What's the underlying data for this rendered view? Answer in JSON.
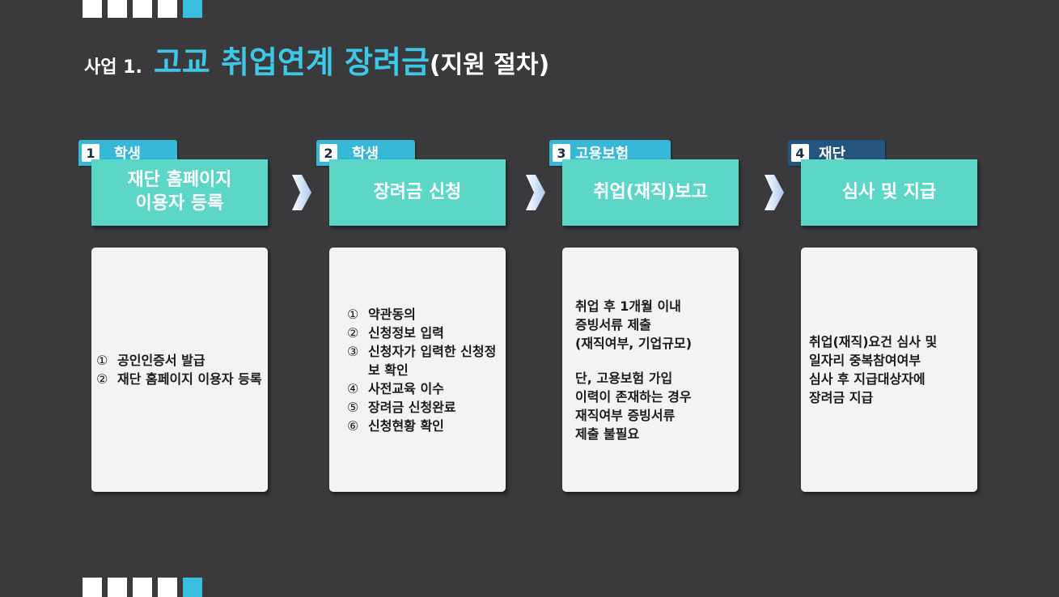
{
  "title": {
    "prefix": "사업 1.",
    "main": "고교 취업연계 장려금",
    "suffix": "(지원 절차)"
  },
  "steps": [
    {
      "number": "1",
      "actor": "학생",
      "heading": "재단 홈페이지\n이용자 등록",
      "items": [
        {
          "marker": "①",
          "text": "공인인증서 발급"
        },
        {
          "marker": "②",
          "text": "재단 홈페이지 이용자 등록"
        }
      ]
    },
    {
      "number": "2",
      "actor": "학생",
      "heading": "장려금 신청",
      "items": [
        {
          "marker": "①",
          "text": "약관동의"
        },
        {
          "marker": "②",
          "text": "신청정보 입력"
        },
        {
          "marker": "③",
          "text": "신청자가 입력한 신청정보 확인"
        },
        {
          "marker": "④",
          "text": "사전교육 이수"
        },
        {
          "marker": "⑤",
          "text": "장려금 신청완료"
        },
        {
          "marker": "⑥",
          "text": "신청현황 확인"
        }
      ]
    },
    {
      "number": "3",
      "actor": "고용보험",
      "heading": "취업(재직)보고",
      "paragraph1": "취업 후 1개월 이내\n증빙서류 제출\n(재직여부, 기업규모)",
      "paragraph2": "단, 고용보험 가입\n이력이 존재하는 경우\n재직여부 증빙서류\n제출 불필요"
    },
    {
      "number": "4",
      "actor": "재단",
      "heading": "심사 및 지급",
      "paragraph1": "취업(재직)요건 심사 및\n일자리 중복참여여부\n심사 후 지급대상자에\n장려금 지급"
    }
  ],
  "colors": {
    "background": "#3a3a3c",
    "accent": "#39bfe0",
    "title_accent": "#3ec8e8",
    "header_box": "#5bd6c7",
    "tab": "#36b9d8",
    "tab_navy": "#25547e",
    "body_box": "#f3f2f4"
  },
  "icons": {
    "arrow": "right-chevron-arrow-icon"
  }
}
